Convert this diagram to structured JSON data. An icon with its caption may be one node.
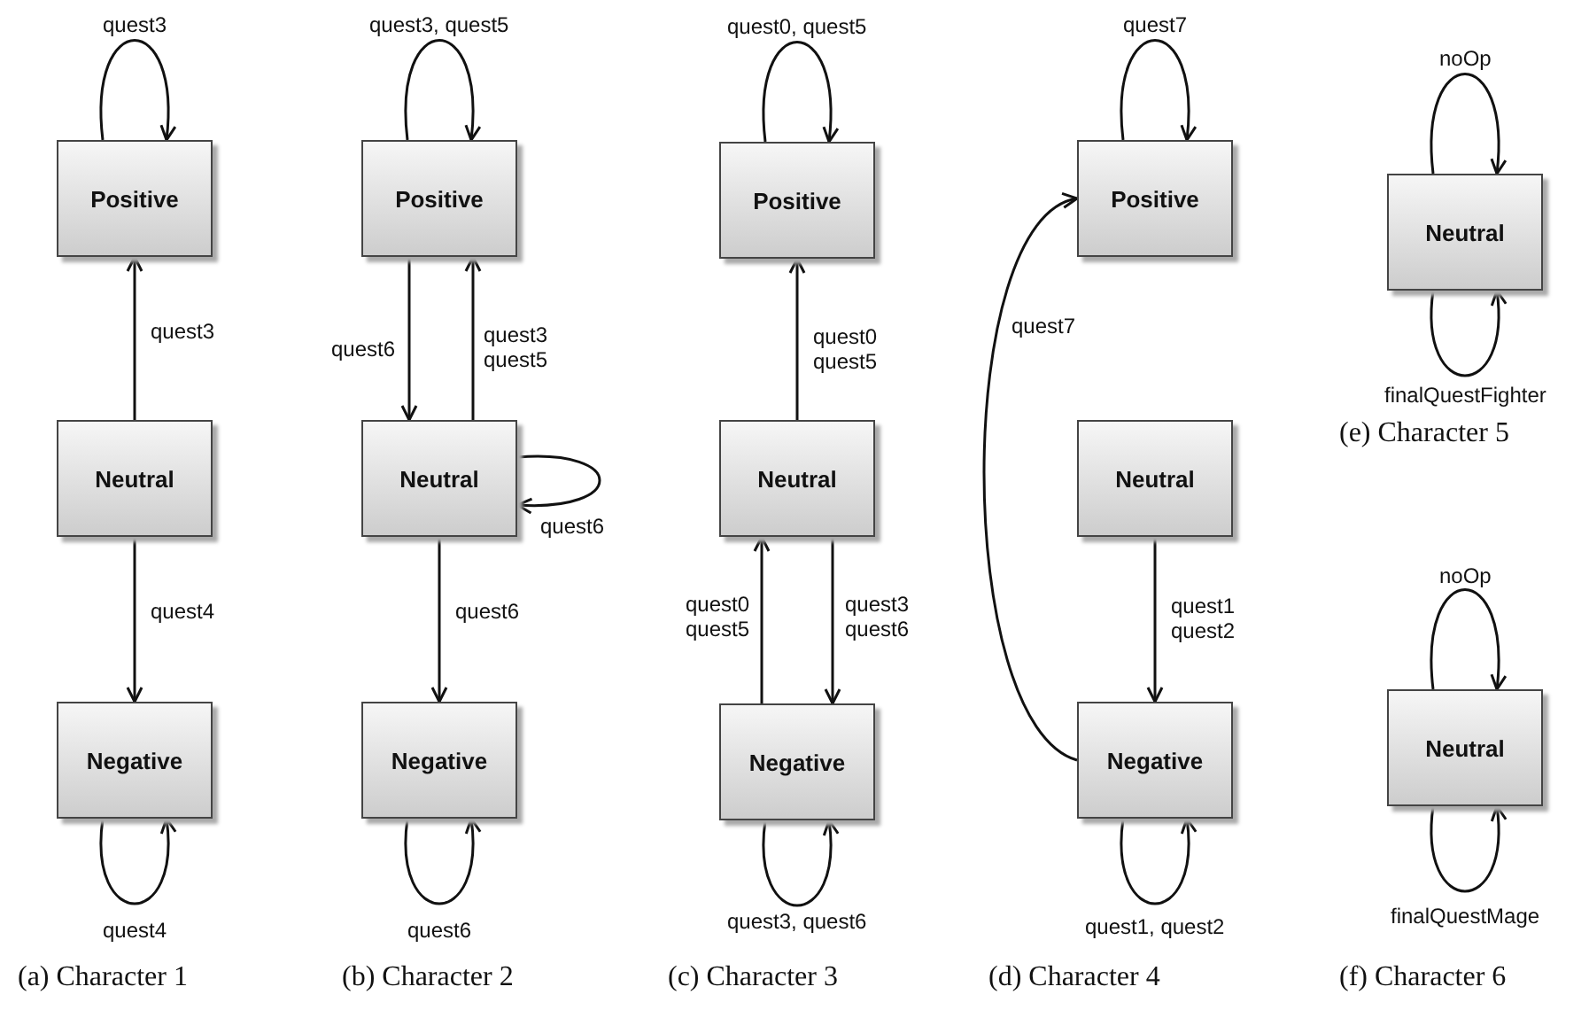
{
  "diagram": {
    "nodes": [
      {
        "text": [
          "Positive"
        ]
      },
      {
        "text": [
          "Neutral"
        ]
      },
      {
        "text": [
          "Negative"
        ]
      },
      {
        "text": [
          "Positive"
        ]
      },
      {
        "text": [
          "Neutral"
        ]
      },
      {
        "text": [
          "Negative"
        ]
      },
      {
        "text": [
          "Positive"
        ]
      },
      {
        "text": [
          "Neutral"
        ]
      },
      {
        "text": [
          "Negative"
        ]
      },
      {
        "text": [
          "Positive"
        ]
      },
      {
        "text": [
          "Neutral"
        ]
      },
      {
        "text": [
          "Negative"
        ]
      },
      {
        "text": [
          "Neutral"
        ]
      },
      {
        "text": [
          "Neutral"
        ]
      }
    ],
    "edges": [
      {
        "from": 0,
        "to": 0,
        "arrow": "to",
        "label": "quest3"
      },
      {
        "from": 1,
        "to": 0,
        "arrow": "to",
        "label": "quest3"
      },
      {
        "from": 1,
        "to": 2,
        "arrow": "to",
        "label": "quest4"
      },
      {
        "from": 2,
        "to": 2,
        "arrow": "to",
        "label": "quest4"
      },
      {
        "from": 3,
        "to": 3,
        "arrow": "to",
        "label": "quest3, quest5"
      },
      {
        "from": 3,
        "to": 4,
        "arrow": "to",
        "label": "quest6"
      },
      {
        "from": 4,
        "to": 3,
        "arrow": "to",
        "label": "quest3 quest5"
      },
      {
        "from": 4,
        "to": 4,
        "arrow": "to",
        "label": "quest6"
      },
      {
        "from": 4,
        "to": 5,
        "arrow": "to",
        "label": "quest6"
      },
      {
        "from": 5,
        "to": 5,
        "arrow": "to",
        "label": "quest6"
      },
      {
        "from": 6,
        "to": 6,
        "arrow": "to",
        "label": "quest0, quest5"
      },
      {
        "from": 7,
        "to": 6,
        "arrow": "to",
        "label": "quest0 quest5"
      },
      {
        "from": 8,
        "to": 7,
        "arrow": "to",
        "label": "quest0 quest5"
      },
      {
        "from": 7,
        "to": 8,
        "arrow": "to",
        "label": "quest3 quest6"
      },
      {
        "from": 8,
        "to": 8,
        "arrow": "to",
        "label": "quest3, quest6"
      },
      {
        "from": 9,
        "to": 9,
        "arrow": "to",
        "label": "quest7"
      },
      {
        "from": 11,
        "to": 9,
        "arrow": "to",
        "label": "quest7"
      },
      {
        "from": 10,
        "to": 11,
        "arrow": "to",
        "label": "quest1 quest2"
      },
      {
        "from": 11,
        "to": 11,
        "arrow": "to",
        "label": "quest1, quest2"
      },
      {
        "from": 12,
        "to": 12,
        "arrow": "to",
        "label": "noOp"
      },
      {
        "from": 12,
        "to": 12,
        "arrow": "to",
        "label": "finalQuestFighter"
      },
      {
        "from": 13,
        "to": 13,
        "arrow": "to",
        "label": "noOp"
      },
      {
        "from": 13,
        "to": 13,
        "arrow": "to",
        "label": "finalQuestMage"
      }
    ],
    "labels": [
      "(e) Character 5",
      "(a) Character 1",
      "(b) Character 2",
      "(c) Character 3",
      "(d) Character 4",
      "(f) Character 6"
    ]
  }
}
